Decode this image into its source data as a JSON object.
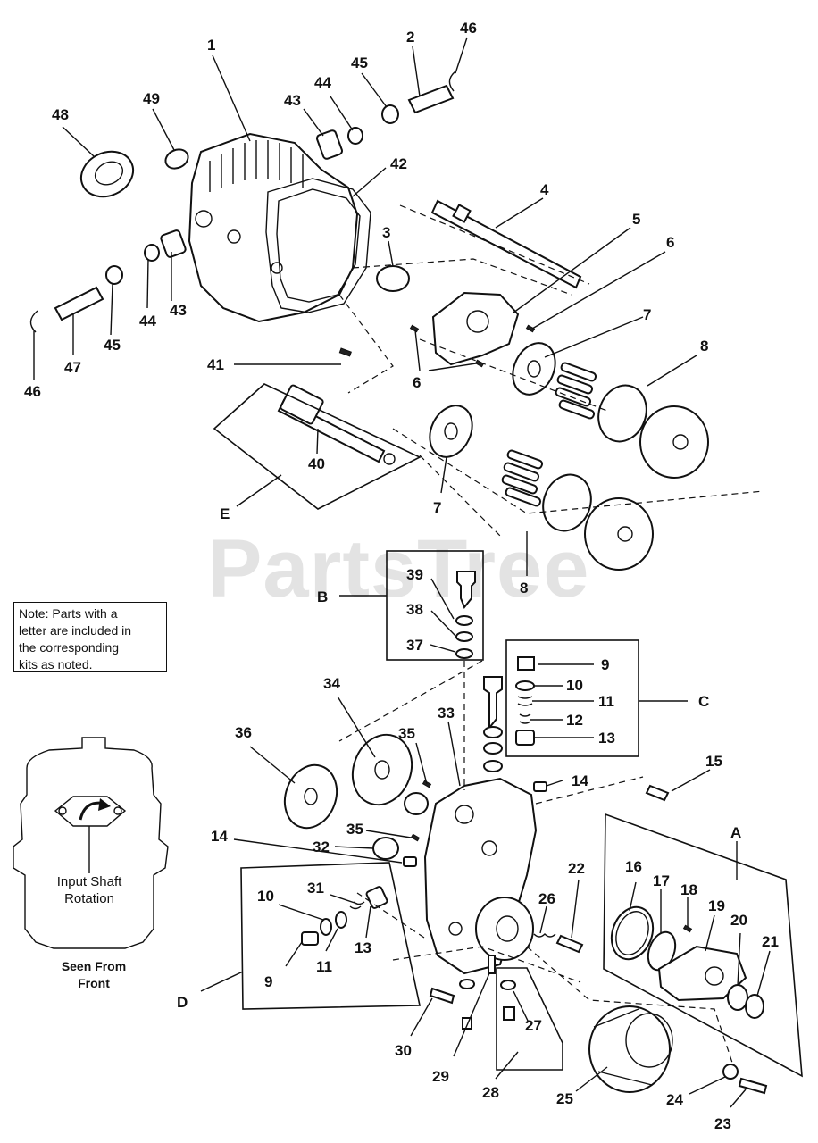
{
  "watermark": "PartsTree",
  "note": {
    "lines": [
      "Note: Parts with a",
      "letter are included in",
      "the corresponding",
      "kits as noted."
    ]
  },
  "rotation_view": {
    "label_lines": [
      "Input Shaft",
      "Rotation"
    ],
    "seen_from_lines": [
      "Seen From",
      "Front"
    ]
  },
  "kit_letters": [
    "A",
    "B",
    "C",
    "D",
    "E"
  ],
  "callouts": [
    "1",
    "2",
    "46",
    "49",
    "44",
    "45",
    "48",
    "43",
    "42",
    "4",
    "3",
    "5",
    "6",
    "7",
    "44",
    "43",
    "45",
    "47",
    "46",
    "41",
    "6",
    "8",
    "40",
    "7",
    "E",
    "8",
    "39",
    "B",
    "38",
    "37",
    "9",
    "10",
    "11",
    "12",
    "13",
    "C",
    "34",
    "33",
    "35",
    "36",
    "14",
    "15",
    "35",
    "32",
    "14",
    "A",
    "16",
    "17",
    "18",
    "19",
    "20",
    "21",
    "22",
    "10",
    "31",
    "26",
    "13",
    "9",
    "11",
    "D",
    "30",
    "27",
    "28",
    "29",
    "25",
    "24",
    "23"
  ]
}
